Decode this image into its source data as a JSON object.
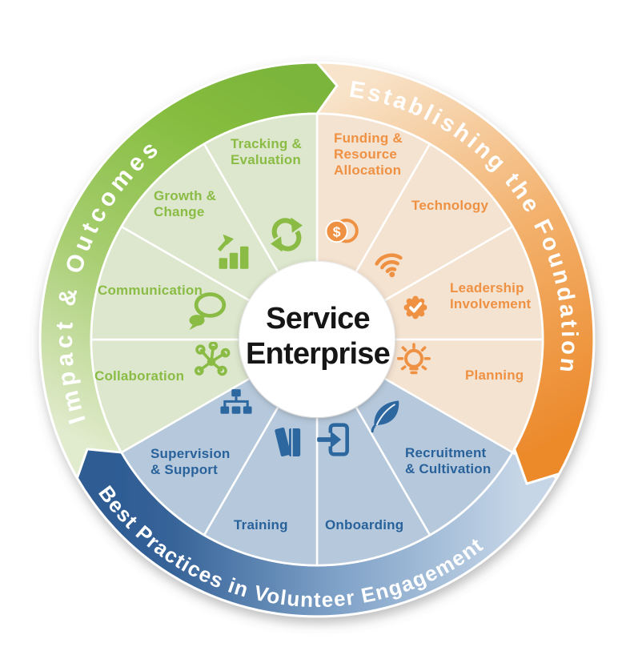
{
  "title": {
    "text": "Service\nEnterprise"
  },
  "rings": {
    "impact": {
      "label": "Impact & Outcomes",
      "color": "#7cb53a",
      "tail_color": "#e1ebcd"
    },
    "foundation": {
      "label": "Establishing the Foundation",
      "color": "#ec8a2c",
      "tail_color": "#f8e4cb"
    },
    "practices": {
      "label": "Best Practices in Volunteer Engagement",
      "color": "#2d5b93",
      "tail_color": "#c6d6e7"
    }
  },
  "wedges": {
    "funding": {
      "label": "Funding &\nResource\nAllocation",
      "icon": "coins-icon"
    },
    "technology": {
      "label": "Technology",
      "icon": "wifi-icon"
    },
    "leadership": {
      "label": "Leadership\nInvolvement",
      "icon": "badge-check-icon"
    },
    "planning": {
      "label": "Planning",
      "icon": "bulb-icon"
    },
    "recruitment": {
      "label": "Recruitment\n& Cultivation",
      "icon": "leaf-icon"
    },
    "onboarding": {
      "label": "Onboarding",
      "icon": "door-arrow-icon"
    },
    "training": {
      "label": "Training",
      "icon": "books-icon"
    },
    "supervision": {
      "label": "Supervision\n& Support",
      "icon": "orgchart-icon"
    },
    "collaboration": {
      "label": "Collaboration",
      "icon": "network-icon"
    },
    "communication": {
      "label": "Communication",
      "icon": "chat-icon"
    },
    "growth": {
      "label": "Growth &\nChange",
      "icon": "bar-chart-icon"
    },
    "tracking": {
      "label": "Tracking &\nEvaluation",
      "icon": "sync-icon"
    }
  },
  "icons": {
    "coins_symbol": "$"
  },
  "palette": {
    "impact_accent": "#8abc45",
    "impact_wedge_fill": "#dde7cd",
    "foundation_accent": "#ef9143",
    "foundation_wedge_fill": "#f5e3d1",
    "practices_accent": "#29629b",
    "practices_wedge_fill": "#b6c9dc"
  }
}
